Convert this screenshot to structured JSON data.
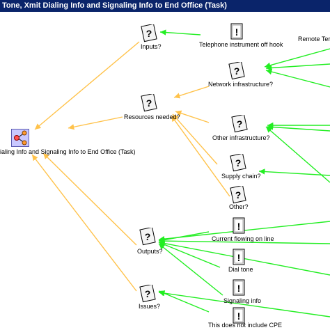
{
  "window": {
    "title": "Tone, Xmit Dialing Info and Signaling Info to End Office (Task)"
  },
  "diagram": {
    "root_label": "ialing Info and Signaling Info to End Office (Task)",
    "question_nodes": [
      {
        "label": "Inputs?"
      },
      {
        "label": "Network infrastructure?"
      },
      {
        "label": "Resources needed?"
      },
      {
        "label": "Other infrastructure?"
      },
      {
        "label": "Supply chain?"
      },
      {
        "label": "Other?"
      },
      {
        "label": "Outputs?"
      },
      {
        "label": "Issues?"
      }
    ],
    "note_nodes": [
      {
        "label": "Telephone instrument off hook"
      },
      {
        "label": "Remote Term"
      },
      {
        "label": "Current flowing on line"
      },
      {
        "label": "Dial tone"
      },
      {
        "label": "Signaling info"
      },
      {
        "label": "This does not include CPE"
      }
    ],
    "colors": {
      "green_arrow": "#22ee22",
      "orange_arrow": "#ffc24a",
      "title_bg": "#0a246a"
    },
    "icons": [
      "task-icon",
      "question-icon",
      "note-icon"
    ]
  }
}
